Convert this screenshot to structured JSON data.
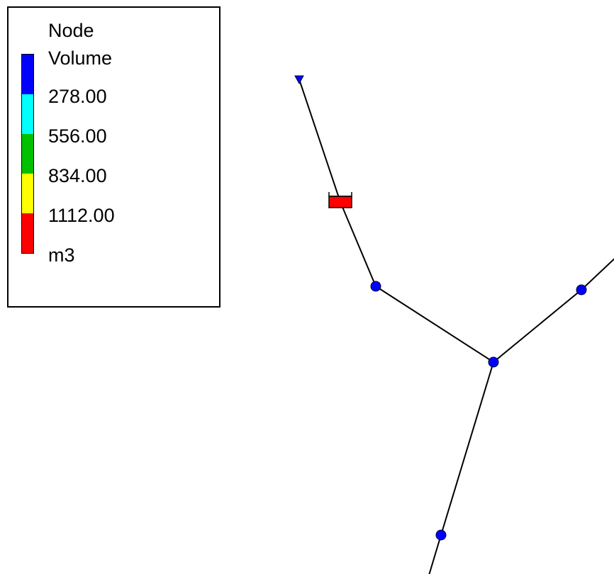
{
  "legend": {
    "title_line1": "Node",
    "title_line2": "Volume",
    "thresholds": [
      "278.00",
      "556.00",
      "834.00",
      "1112.00"
    ],
    "units": "m3",
    "colors": [
      "#0000ff",
      "#00ffff",
      "#00c000",
      "#ffff00",
      "#ff0000"
    ]
  },
  "network": {
    "link_color": "#000000",
    "junction_color": "#0000ff",
    "tank_color": "#ff0000",
    "nodes": [
      {
        "id": "reservoir",
        "type": "reservoir",
        "color": "#0000ff"
      },
      {
        "id": "tank",
        "type": "tank",
        "color": "#ff0000"
      },
      {
        "id": "junction-1",
        "type": "junction",
        "color": "#0000ff"
      },
      {
        "id": "junction-2",
        "type": "junction",
        "color": "#0000ff"
      },
      {
        "id": "junction-3",
        "type": "junction",
        "color": "#0000ff"
      },
      {
        "id": "junction-4",
        "type": "junction",
        "color": "#0000ff"
      }
    ],
    "links": [
      {
        "from": "reservoir",
        "to": "tank"
      },
      {
        "from": "tank",
        "to": "junction-1"
      },
      {
        "from": "junction-1",
        "to": "junction-2"
      },
      {
        "from": "junction-2",
        "to": "junction-3"
      },
      {
        "from": "junction-3",
        "to": "offscreen-ne"
      },
      {
        "from": "junction-2",
        "to": "junction-4"
      },
      {
        "from": "junction-4",
        "to": "offscreen-s"
      }
    ]
  }
}
